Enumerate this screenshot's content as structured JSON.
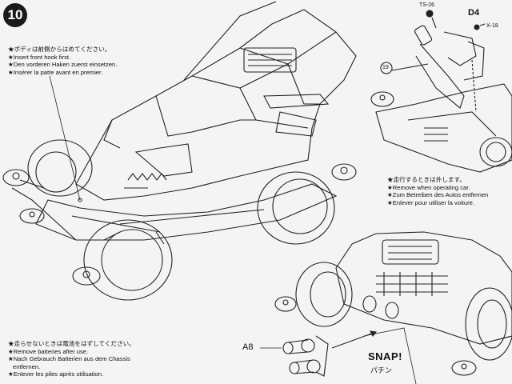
{
  "step": {
    "number": "10"
  },
  "notes": {
    "front_hook": [
      "★ボディは前側からはめてください。",
      "★Insert front hook first.",
      "★Den vorderen Haken zuerst einsetzen.",
      "★Insérer la patte avant en premier."
    ],
    "operating": [
      "★走行するときは外します。",
      "★Remove when operating car.",
      "★Zum Betreiben des Autos entfernen",
      "★Enlever pour utiliser la voiture."
    ],
    "batteries": [
      "★走らせないときは電池をはずしてください。",
      "★Remove batteries after use.",
      "★Nach Gebrauch Batterien aus dem Chassis",
      "entfernen.",
      "★Enlever les piles après utilisation."
    ]
  },
  "parts": {
    "ts26": "TS-26",
    "d4": "D4",
    "x18": "X-18",
    "p19": "19",
    "a8": "A8"
  },
  "snap": {
    "en": "SNAP!",
    "jp": "パチン"
  }
}
